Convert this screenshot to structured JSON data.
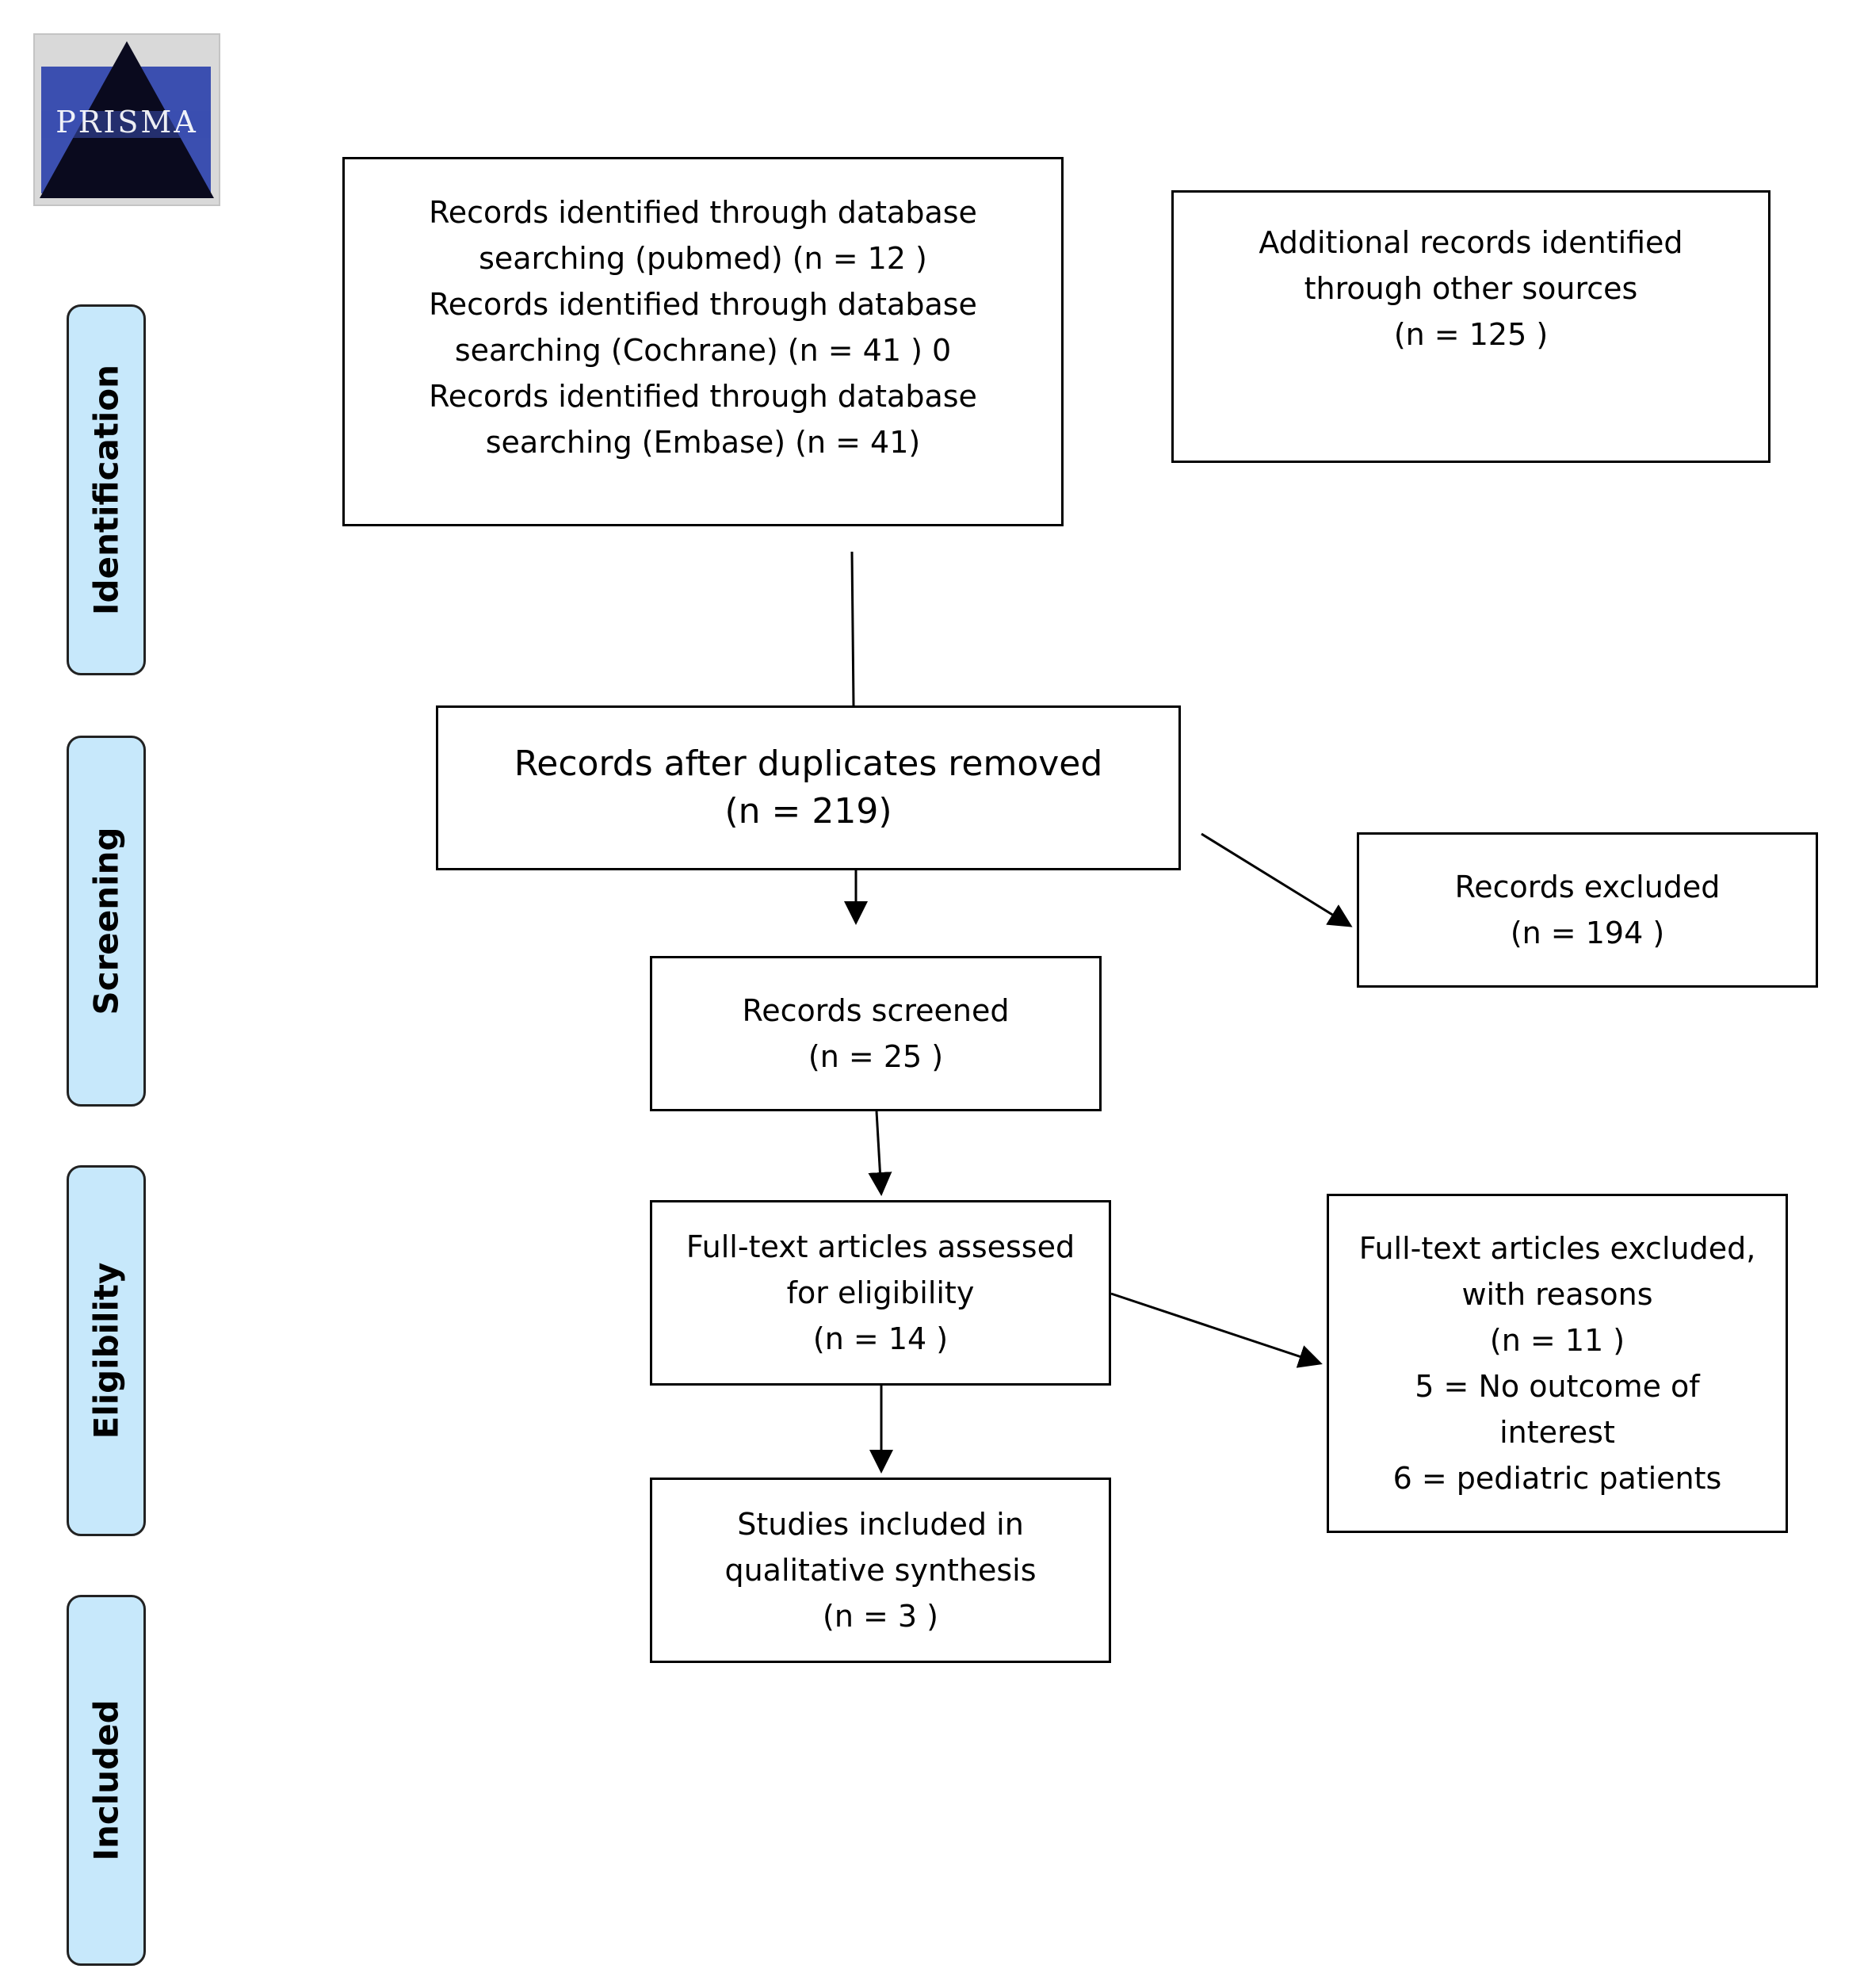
{
  "logo": {
    "text": "PRISMA",
    "colors": {
      "panel": "#3b4fb0",
      "triangle": "#0a0a1e"
    }
  },
  "phases": [
    {
      "id": "identification",
      "label": "Identification"
    },
    {
      "id": "screening",
      "label": "Screening"
    },
    {
      "id": "eligibility",
      "label": "Eligibility"
    },
    {
      "id": "included",
      "label": "Included"
    }
  ],
  "boxes": {
    "database_search": "Records identified through database\nsearching (pubmed) (n =  12  )\nRecords identified through database\nsearching (Cochrane) (n =  41 ) 0\nRecords identified through database\nsearching (Embase) (n =  41)",
    "other_sources": "Additional records identified\nthrough other sources\n(n =  125 )",
    "duplicates_removed": "Records after duplicates removed\n(n = 219)",
    "records_excluded": "Records excluded\n(n = 194 )",
    "records_screened": "Records screened\n(n = 25 )",
    "fulltext_assessed": "Full-text articles assessed\nfor eligibility\n(n = 14 )",
    "fulltext_excluded": "Full-text articles excluded,\nwith reasons\n(n = 11 )\n5 = No outcome of\ninterest\n6 = pediatric patients",
    "studies_included": "Studies included in\nqualitative synthesis\n(n = 3 )"
  },
  "colors": {
    "phase_fill": "#c7e8fb",
    "border": "#000000"
  }
}
